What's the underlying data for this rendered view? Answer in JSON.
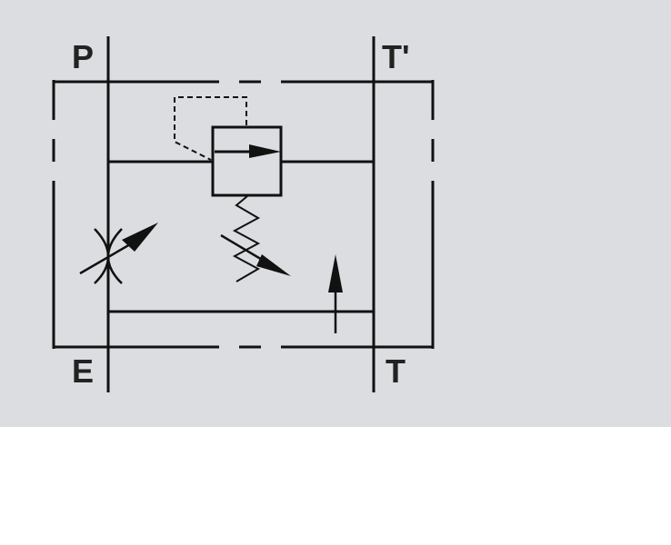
{
  "diagram": {
    "colors": {
      "panel_background": "#dcdde0",
      "page_background": "#ffffff",
      "line": "#111111",
      "label": "#222222"
    },
    "ports": {
      "p": "P",
      "t_prime": "T'",
      "e": "E",
      "t": "T"
    }
  }
}
